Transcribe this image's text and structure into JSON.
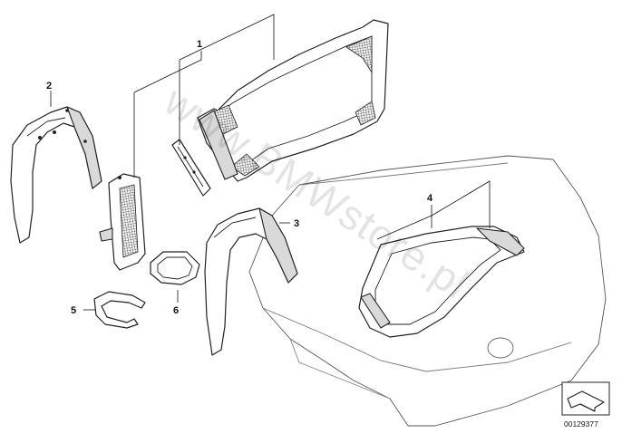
{
  "diagram": {
    "callouts": [
      {
        "id": "1",
        "label": "1"
      },
      {
        "id": "2",
        "label": "2"
      },
      {
        "id": "3",
        "label": "3"
      },
      {
        "id": "4",
        "label": "4"
      },
      {
        "id": "5",
        "label": "5"
      },
      {
        "id": "6",
        "label": "6"
      }
    ],
    "watermark": "www.BMWstore.pl",
    "document_number": "00129377",
    "logo_icon": "arrow-box-icon"
  }
}
